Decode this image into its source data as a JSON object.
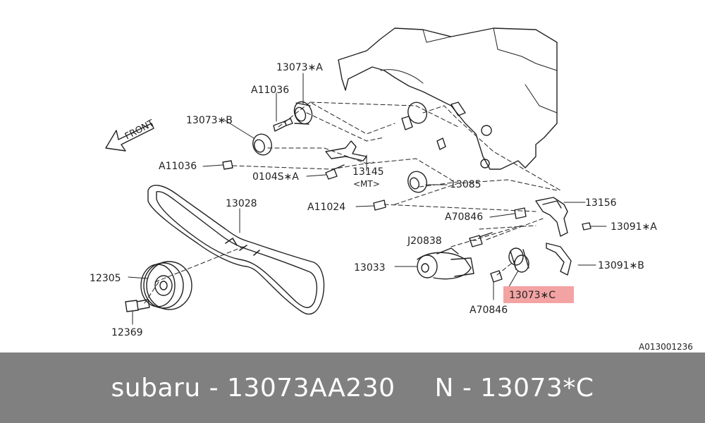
{
  "diagram": {
    "front_label": "FRONT",
    "catalog_code": "A013001236",
    "highlight_color": "#f4a3a3",
    "parts": [
      {
        "id": "p1",
        "label": "13073∗A"
      },
      {
        "id": "p2",
        "label": "A11036"
      },
      {
        "id": "p3",
        "label": "13073∗B"
      },
      {
        "id": "p4",
        "label": "A11036"
      },
      {
        "id": "p5",
        "label": "0104S∗A"
      },
      {
        "id": "p6",
        "label": "13145"
      },
      {
        "id": "p7",
        "label": "<MT>"
      },
      {
        "id": "p8",
        "label": "13085"
      },
      {
        "id": "p9",
        "label": "A11024"
      },
      {
        "id": "p10",
        "label": "13028"
      },
      {
        "id": "p11",
        "label": "13156"
      },
      {
        "id": "p12",
        "label": "A70846"
      },
      {
        "id": "p13",
        "label": "13091∗A"
      },
      {
        "id": "p14",
        "label": "J20838"
      },
      {
        "id": "p15",
        "label": "13033"
      },
      {
        "id": "p16",
        "label": "13091∗B"
      },
      {
        "id": "p17",
        "label": "12305"
      },
      {
        "id": "p18",
        "label": "13073∗C"
      },
      {
        "id": "p19",
        "label": "A70846"
      },
      {
        "id": "p20",
        "label": "12369"
      }
    ]
  },
  "footer": {
    "brand_part": "subaru - 13073AA230",
    "ref": "N - 13073*C"
  }
}
